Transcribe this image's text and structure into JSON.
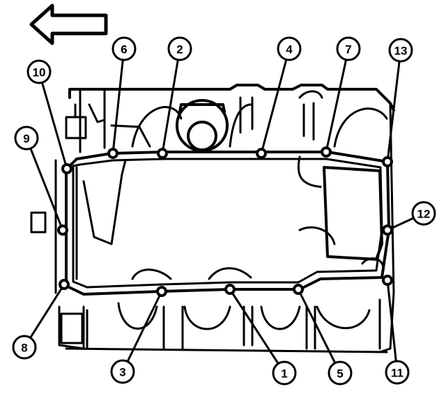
{
  "figure": {
    "direction_arrow": "arrow-left-icon",
    "bolt_callouts": [
      {
        "id": "b1",
        "label": "1"
      },
      {
        "id": "b2",
        "label": "2"
      },
      {
        "id": "b3",
        "label": "3"
      },
      {
        "id": "b4",
        "label": "4"
      },
      {
        "id": "b5",
        "label": "5"
      },
      {
        "id": "b6",
        "label": "6"
      },
      {
        "id": "b7",
        "label": "7"
      },
      {
        "id": "b8",
        "label": "8"
      },
      {
        "id": "b9",
        "label": "9"
      },
      {
        "id": "b10",
        "label": "10"
      },
      {
        "id": "b11",
        "label": "11"
      },
      {
        "id": "b12",
        "label": "12"
      },
      {
        "id": "b13",
        "label": "13"
      }
    ],
    "colors": {
      "ink": "#000000",
      "paper": "#ffffff"
    }
  }
}
